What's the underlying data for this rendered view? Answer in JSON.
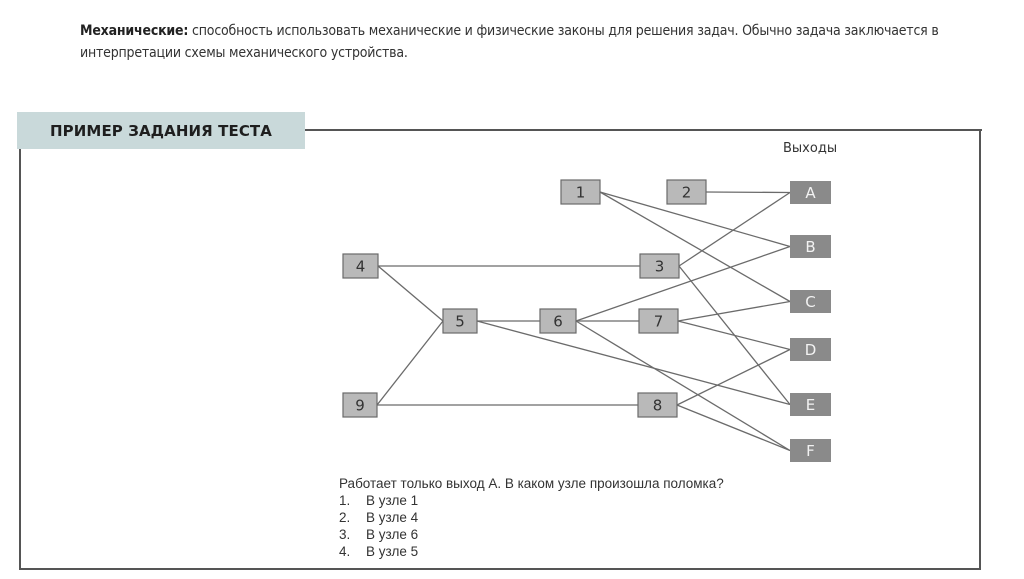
{
  "intro": {
    "term": "Механические:",
    "text": " способность использовать механические и физические законы для решения задач. Обычно задача заключается в интерпретации схемы механического устройства."
  },
  "banner": "ПРИМЕР ЗАДАНИЯ ТЕСТА",
  "diagram": {
    "outputs_title": "Выходы",
    "colors": {
      "node_fill": "#b9b9b9",
      "node_stroke": "#6a6a6a",
      "output_fill": "#8a8a8a",
      "output_text": "#f2f2f2",
      "edge": "#6b6b6b",
      "banner": "#c9d9da"
    },
    "nodes": [
      {
        "id": "1",
        "label": "1",
        "kind": "node"
      },
      {
        "id": "2",
        "label": "2",
        "kind": "node"
      },
      {
        "id": "3",
        "label": "3",
        "kind": "node"
      },
      {
        "id": "4",
        "label": "4",
        "kind": "node"
      },
      {
        "id": "5",
        "label": "5",
        "kind": "node"
      },
      {
        "id": "6",
        "label": "6",
        "kind": "node"
      },
      {
        "id": "7",
        "label": "7",
        "kind": "node"
      },
      {
        "id": "8",
        "label": "8",
        "kind": "node"
      },
      {
        "id": "9",
        "label": "9",
        "kind": "node"
      },
      {
        "id": "A",
        "label": "A",
        "kind": "output"
      },
      {
        "id": "B",
        "label": "B",
        "kind": "output"
      },
      {
        "id": "C",
        "label": "C",
        "kind": "output"
      },
      {
        "id": "D",
        "label": "D",
        "kind": "output"
      },
      {
        "id": "E",
        "label": "E",
        "kind": "output"
      },
      {
        "id": "F",
        "label": "F",
        "kind": "output"
      }
    ],
    "edges": [
      [
        "1",
        "B"
      ],
      [
        "1",
        "C"
      ],
      [
        "2",
        "A"
      ],
      [
        "3",
        "A"
      ],
      [
        "3",
        "E"
      ],
      [
        "4",
        "3"
      ],
      [
        "4",
        "5"
      ],
      [
        "9",
        "5"
      ],
      [
        "9",
        "8"
      ],
      [
        "5",
        "6"
      ],
      [
        "5",
        "E"
      ],
      [
        "6",
        "7"
      ],
      [
        "6",
        "B"
      ],
      [
        "6",
        "F"
      ],
      [
        "7",
        "C"
      ],
      [
        "7",
        "D"
      ],
      [
        "8",
        "D"
      ],
      [
        "8",
        "F"
      ]
    ]
  },
  "question": {
    "prompt": "Работает только выход А. В каком узле произошла поломка?",
    "options": [
      {
        "num": "1.",
        "text": "В узле 1"
      },
      {
        "num": "2.",
        "text": "В узле 4"
      },
      {
        "num": "3.",
        "text": "В узле 6"
      },
      {
        "num": "4.",
        "text": "В узле 5"
      }
    ]
  }
}
